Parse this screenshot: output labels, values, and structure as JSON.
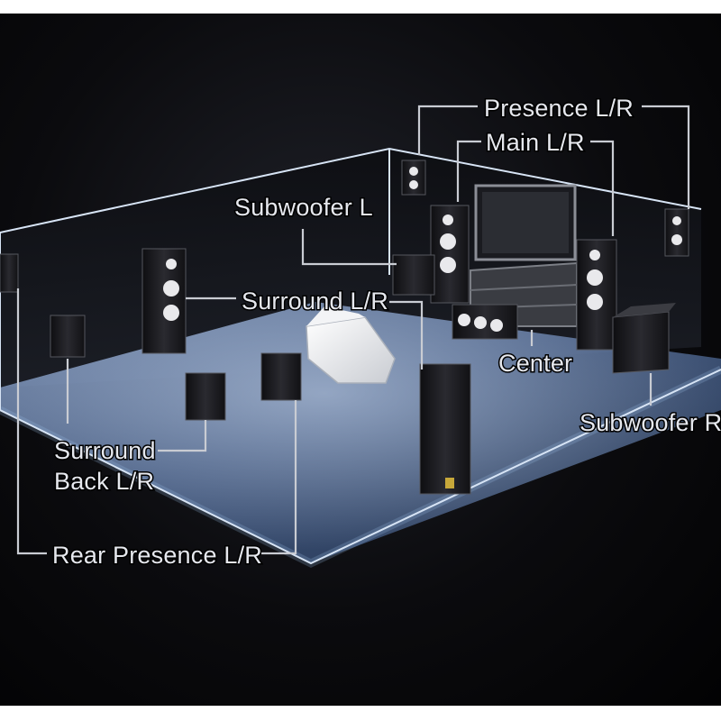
{
  "labels": {
    "presence": "Presence L/R",
    "main": "Main L/R",
    "subwoofer_l": "Subwoofer L",
    "surround": "Surround L/R",
    "center": "Center",
    "subwoofer_r": "Subwoofer R",
    "surround_back": [
      "Surround",
      "Back L/R"
    ],
    "rear_presence": "Rear Presence L/R"
  },
  "colors": {
    "background": "#0b0b0e",
    "floor": "#4a6594",
    "label_text": "#e6e8ee",
    "speaker_body": "#1c1c20"
  }
}
